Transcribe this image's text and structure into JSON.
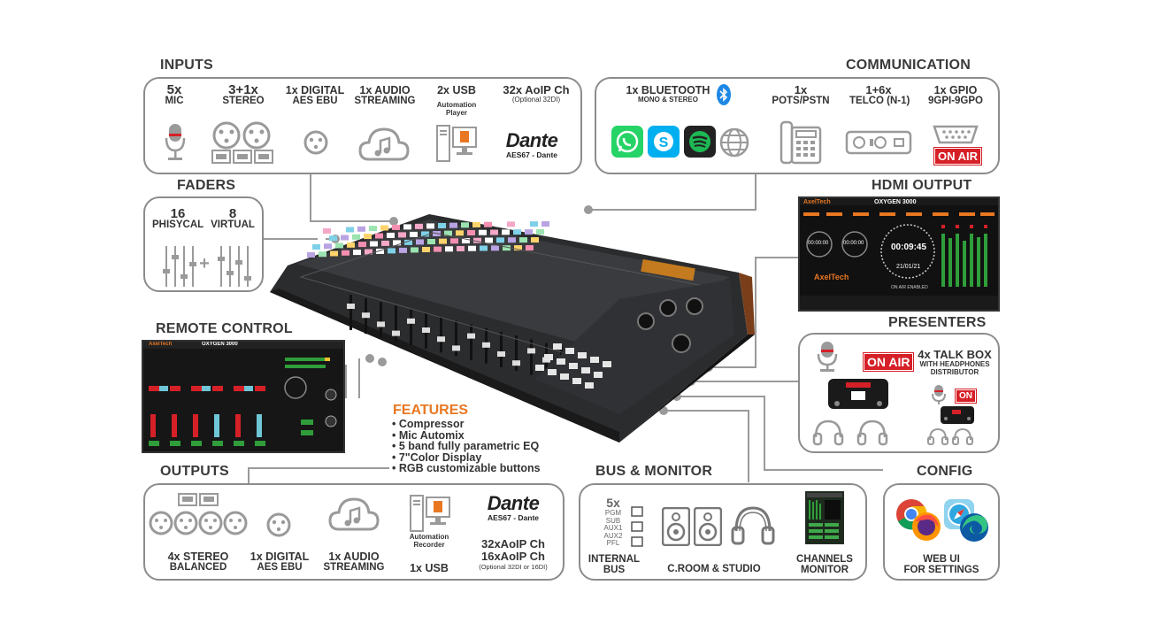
{
  "sections": {
    "inputs": "INPUTS",
    "communication": "COMMUNICATION",
    "faders": "FADERS",
    "hdmi_output": "HDMI OUTPUT",
    "remote_control": "REMOTE CONTROL",
    "presenters": "PRESENTERS",
    "outputs": "OUTPUTS",
    "bus_monitor": "BUS & MONITOR",
    "config": "CONFIG"
  },
  "inputs": [
    {
      "qty": "5x",
      "label": "MIC",
      "sub": ""
    },
    {
      "qty": "3+1x",
      "label": "STEREO",
      "sub": ""
    },
    {
      "qty": "1x DIGITAL",
      "label": "AES EBU",
      "sub": ""
    },
    {
      "qty": "1x AUDIO",
      "label": "STREAMING",
      "sub": ""
    },
    {
      "qty": "2x USB",
      "label": "Automation",
      "sub": "Player"
    },
    {
      "qty": "32x AoIP Ch",
      "label": "(Optional 32DI)",
      "sub": ""
    }
  ],
  "dante": {
    "logo": "Dante",
    "sub": "AES67 - Dante",
    "sub_out": "AES67 - Dante"
  },
  "communication": [
    {
      "qty": "1x BLUETOOTH",
      "label": "MONO & STEREO"
    },
    {
      "qty": "1x",
      "label": "POTS/PSTN"
    },
    {
      "qty": "1+6x",
      "label": "TELCO (N-1)"
    },
    {
      "qty": "1x GPIO",
      "label": "9GPI-9GPO"
    }
  ],
  "on_air": "ON AIR",
  "on": "ON",
  "faders": {
    "physical_qty": "16",
    "physical_label": "PHISYCAL",
    "virtual_qty": "8",
    "virtual_label": "VIRTUAL",
    "plus": "+"
  },
  "hdmi": {
    "brand": "AxelTech",
    "model": "OXYGEN 3000",
    "clock": "00:09:45",
    "date": "21/01/21",
    "timer1": "00:00:00",
    "timer2": "00:00:00",
    "onair": "ON AIR ENABLED"
  },
  "remote": {
    "brand": "AxelTech",
    "model": "OXYGEN 3000"
  },
  "features": {
    "title": "FEATURES",
    "items": [
      "Compressor",
      "Mic Automix",
      "5 band fully parametric EQ",
      "7\"Color Display",
      "RGB customizable buttons"
    ]
  },
  "presenters": {
    "qty": "4x TALK BOX",
    "sub1": "WITH HEADPHONES",
    "sub2": "DISTRIBUTOR"
  },
  "outputs": [
    {
      "qty": "4x STEREO",
      "label": "BALANCED"
    },
    {
      "qty": "1x DIGITAL",
      "label": "AES EBU"
    },
    {
      "qty": "1x AUDIO",
      "label": "STREAMING"
    },
    {
      "qty": "1x USB",
      "label": "Automation",
      "sub": "Recorder"
    },
    {
      "qty": "32xAoIP Ch",
      "label": "16xAoIP Ch",
      "sub": "(Optional 32DI or 16DI)"
    }
  ],
  "bus": {
    "qty": "5x",
    "names": [
      "PGM",
      "SUB",
      "AUX1",
      "AUX2",
      "PFL"
    ],
    "internal": "INTERNAL",
    "internal2": "BUS",
    "croom": "C.ROOM & STUDIO",
    "channels": "CHANNELS",
    "monitor": "MONITOR"
  },
  "config": {
    "line1": "WEB UI",
    "line2": "FOR SETTINGS"
  },
  "colors": {
    "accent": "#e87722",
    "onair": "#d62027",
    "border": "#8c8c8c",
    "whatsapp": "#25d366",
    "skype": "#00aff0",
    "spotify": "#1db954",
    "bluetooth": "#1e88e5"
  }
}
